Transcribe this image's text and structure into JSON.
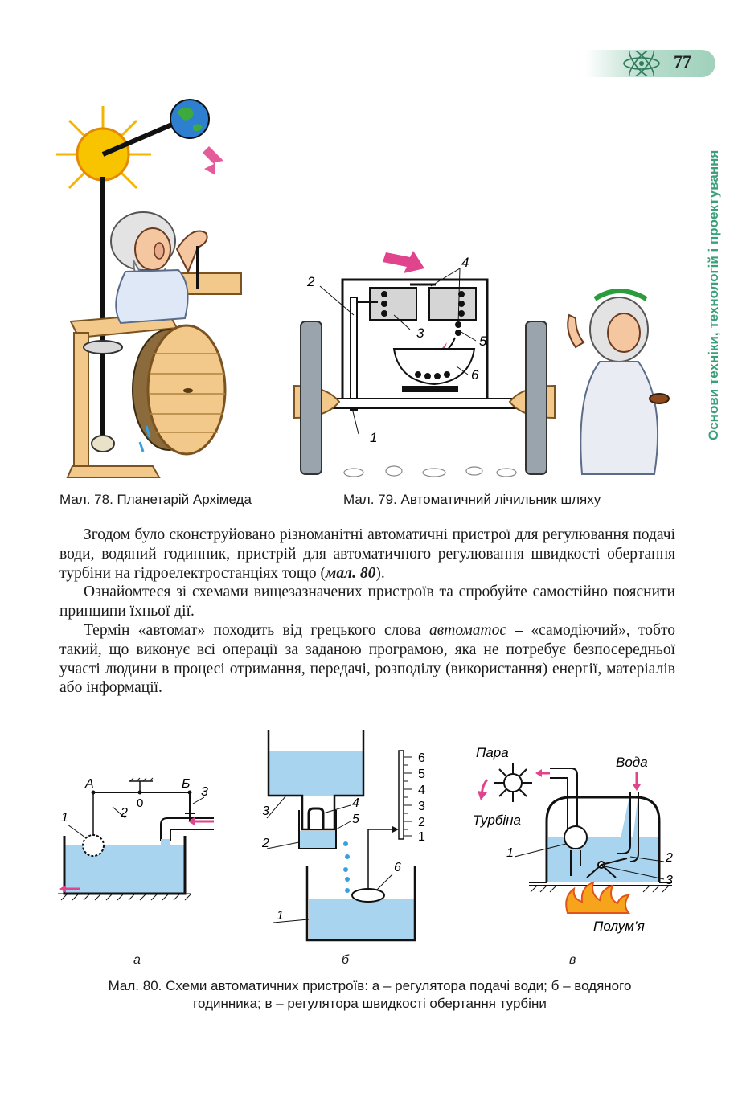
{
  "header": {
    "page_number": "77"
  },
  "side_title": "Основи техніки, технологій і проектування",
  "fig78": {
    "caption": "Мал. 78. Планетарій Архімеда"
  },
  "fig79": {
    "caption": "Мал. 79. Автоматичний лічильник шляху",
    "labels": [
      "1",
      "2",
      "3",
      "4",
      "5",
      "6"
    ]
  },
  "text": {
    "p1_a": "Згодом було сконструйовано різноманітні автоматичні пристрої для регулювання подачі води, водяний годинник, пристрій для автоматичного регулювання швидкості обертання турбіни на гідроелектростанціях тощо (",
    "p1_ref": "мал. 80",
    "p1_b": ").",
    "p2": "Ознайомтеся зі схемами вищезазначених пристроїв та спробуйте самостійно пояснити принципи їхньої дії.",
    "p3_a": "Термін «автомат» походить від грецького слова ",
    "p3_term": "автоматос",
    "p3_b": " – «самодіючий», тобто такий, що виконує всі операції за заданою програмою, яка не потребує безпосередньої участі людини в процесі отримання, передачі, розподілу (використання) енергії, матеріалів або інформації."
  },
  "fig80": {
    "a": {
      "letter": "а",
      "labels": {
        "A": "А",
        "B": "Б",
        "zero": "0",
        "n1": "1",
        "n2": "2",
        "n3": "3"
      }
    },
    "b": {
      "letter": "б",
      "labels": {
        "n1": "1",
        "n2": "2",
        "n3": "3",
        "n4": "4",
        "n5": "5",
        "n6": "6"
      },
      "scale": [
        "6",
        "5",
        "4",
        "3",
        "2",
        "1"
      ]
    },
    "c": {
      "letter": "в",
      "labels": {
        "steam": "Пара",
        "water": "Вода",
        "turbine": "Турбіна",
        "flame": "Полум’я",
        "n1": "1",
        "n2": "2",
        "n3": "3"
      }
    },
    "caption_line1": "Мал. 80. Схеми автоматичних пристроїв: а – регулятора подачі води; б – водяного",
    "caption_line2": "годинника; в – регулятора швидкості обертання турбіни"
  },
  "colors": {
    "accent_green": "#3aa07a",
    "water_blue": "#a8d4ef",
    "arrow_pink": "#e0448c",
    "wood": "#f2c98a"
  }
}
